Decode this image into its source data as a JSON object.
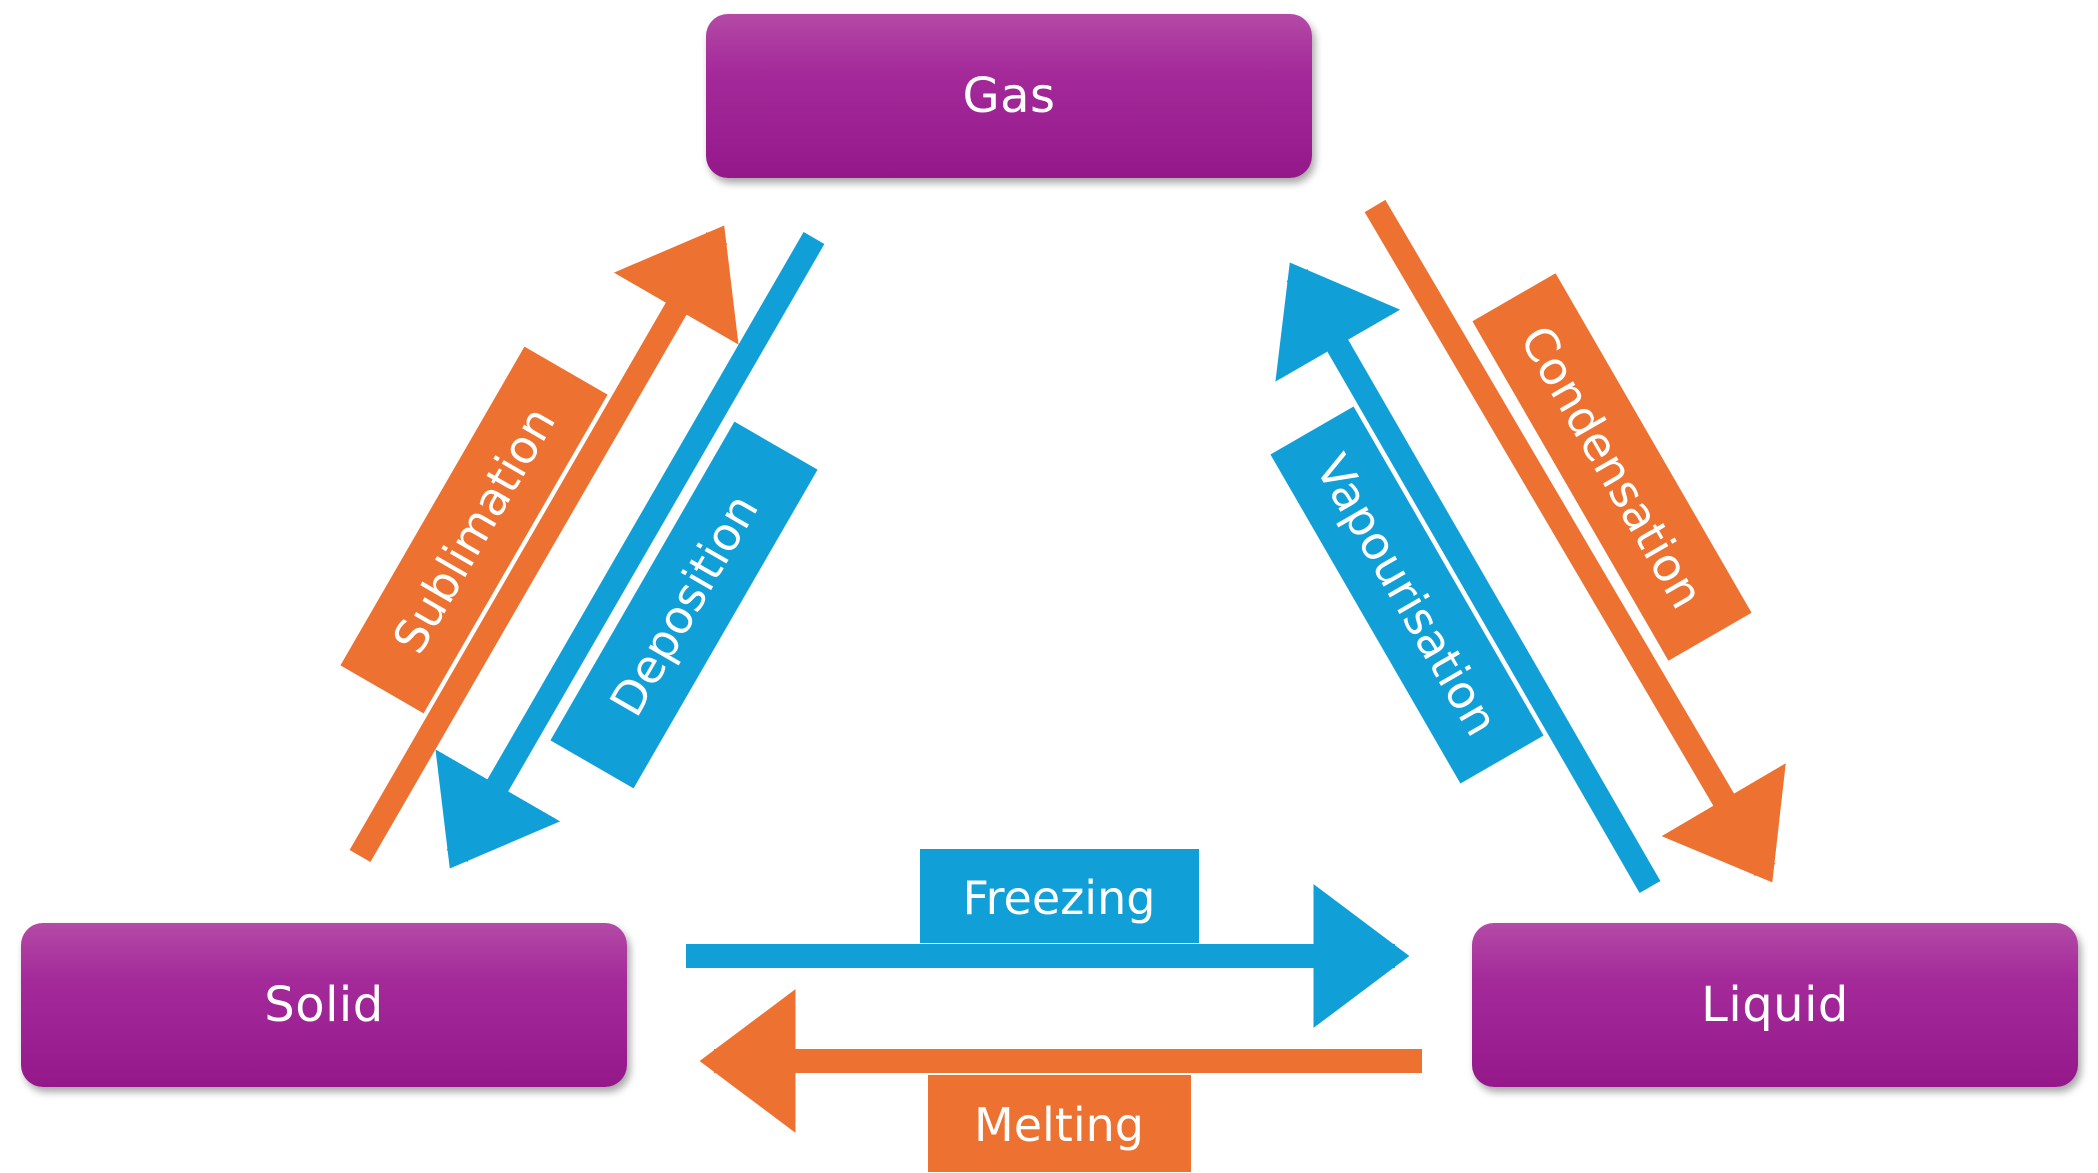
{
  "states": {
    "gas": "Gas",
    "solid": "Solid",
    "liquid": "Liquid"
  },
  "transitions": {
    "sublimation": "Sublimation",
    "deposition": "Deposition",
    "condensation": "Condensation",
    "vapourisation": "Vapourisation",
    "freezing": "Freezing",
    "melting": "Melting"
  },
  "colors": {
    "state_box": "#a42a9a",
    "orange": "#ed7130",
    "blue": "#119fd8",
    "text": "#ffffff"
  }
}
